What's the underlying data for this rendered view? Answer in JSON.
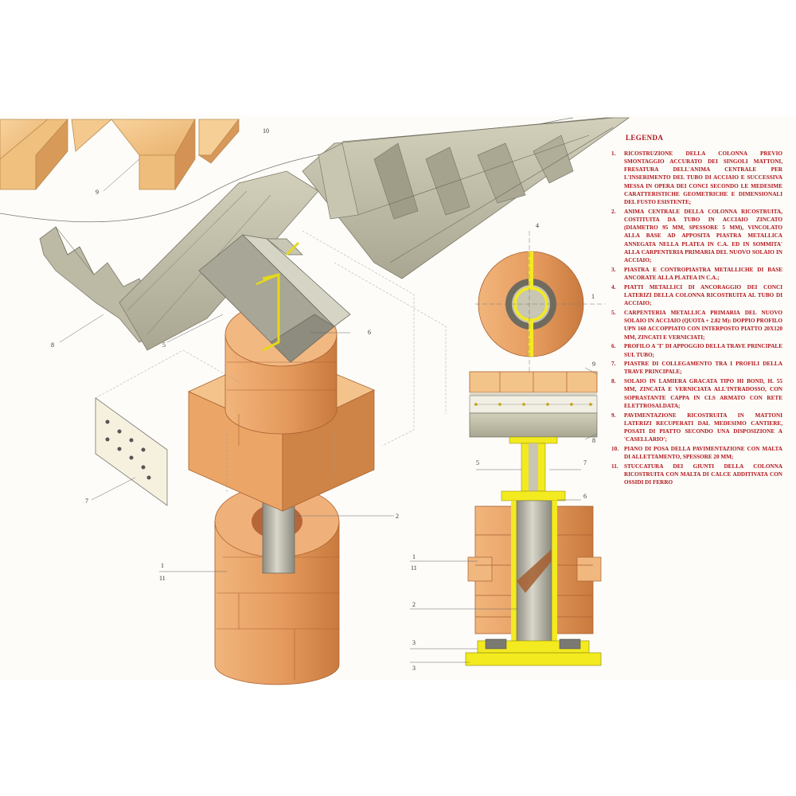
{
  "legend": {
    "title": "LEGENDA",
    "items": [
      {
        "n": "1.",
        "text": "RICOSTRUZIONE DELLA COLONNA PREVIO SMONTAGGIO ACCURATO DEI SINGOLI MATTONI, FRESATURA DELL'ANIMA CENTRALE PER L'INSERIMENTO DEL TUBO DI ACCIAIO E SUCCESSIVA MESSA IN OPERA DEI CONCI SECONDO LE MEDESIME CARATTERISTICHE GEOMETRICHE E DIMENSIONALI DEL FUSTO ESISTENTE;"
      },
      {
        "n": "2.",
        "text": "ANIMA CENTRALE DELLA COLONNA RICOSTRUITA, COSTITUITA DA TUBO IN ACCIAIO ZINCATO (DIAMETRO 95 MM, SPESSORE 5 MM), VINCOLATO ALLA BASE AD APPOSITA PIASTRA METALLICA ANNEGATA NELLA PLATEA IN C.A. ED IN SOMMITA' ALLA CARPENTERIA PRIMARIA DEL NUOVO SOLAIO IN ACCIAIO;"
      },
      {
        "n": "3.",
        "text": "PIASTRA E CONTROPIASTRA METALLICHE DI BASE ANCORATE ALLA PLATEA IN C.A.;"
      },
      {
        "n": "4.",
        "text": "PIATTI METALLICI DI ANCORAGGIO DEI CONCI LATERIZI DELLA COLONNA RICOSTRUITA AL TUBO DI ACCIAIO;"
      },
      {
        "n": "5.",
        "text": "CARPENTERIA METALLICA PRIMARIA DEL NUOVO SOLAIO IN ACCIAIO (QUOTA + 2.82 M): DOPPIO PROFILO UPN 160 ACCOPPIATO CON INTERPOSTO PIATTO 20X120 MM, ZINCATI E VERNICIATI;"
      },
      {
        "n": "6.",
        "text": "PROFILO A 'T' DI APPOGGIO DELLA TRAVE PRINCIPALE SUL TUBO;"
      },
      {
        "n": "7.",
        "text": "PIASTRE DI COLLEGAMENTO TRA I PROFILI DELLA TRAVE PRINCIPALE;"
      },
      {
        "n": "8.",
        "text": "SOLAIO IN LAMIERA GRACATA TIPO HI BOND, H. 55 MM, ZINCATA E VERNICIATA ALL'INTRADOSSO, CON SOPRASTANTE CAPPA IN CLS ARMATO CON RETE ELETTROSALDATA;"
      },
      {
        "n": "9.",
        "text": "PAVIMENTAZIONE RICOSTRUITA IN MATTONI LATERIZI RECUPERATI DAL MEDESIMO CANTIERE, POSATI DI PIATTO SECONDO UNA DISPOSIZIONE A 'CASELLARIO';"
      },
      {
        "n": "10.",
        "text": "PIANO DI POSA DELLA PAVIMENTAZIONE CON MALTA DI ALLETTAMENTO, SPESSORE 20 MM;"
      },
      {
        "n": "11.",
        "text": "STUCCATURA DEI GIUNTI DELLA COLONNA RICOSTRUITA CON MALTA DI CALCE ADDITIVATA CON OSSIDI DI FERRO"
      }
    ]
  },
  "labels": {
    "l10": "10",
    "l9a": "9",
    "l8a": "8",
    "l5a": "5",
    "l6a": "6",
    "l7a": "7",
    "l2a": "2",
    "l1a": "1",
    "l11a": "11",
    "l4": "4",
    "l1b": "1",
    "l9b": "9",
    "l8b": "8",
    "l5b": "5",
    "l7b": "7",
    "l6b": "6",
    "l1c": "1",
    "l11c": "11",
    "l2c": "2",
    "l3c": "3",
    "l3d": "3"
  },
  "colors": {
    "brick": "#e9a66b",
    "brick_dark": "#c9783f",
    "steel": "#b9b7a6",
    "yellow": "#f3ea20",
    "legend_red": "#b0141b",
    "floor_tile": "#f3c489"
  }
}
